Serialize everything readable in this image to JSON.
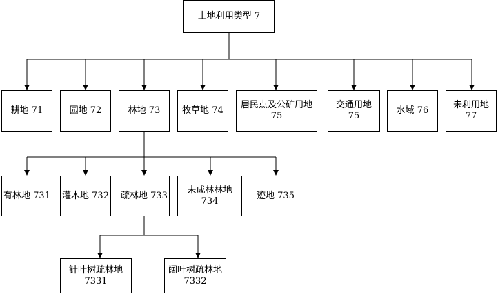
{
  "nodes": {
    "root": {
      "lines": [
        "土地利用类型 7"
      ]
    },
    "n71": {
      "lines": [
        "耕地 71"
      ]
    },
    "n72": {
      "lines": [
        "园地 72"
      ]
    },
    "n73": {
      "lines": [
        "林地 73"
      ]
    },
    "n74": {
      "lines": [
        "牧草地 74"
      ]
    },
    "n75a": {
      "lines": [
        "居民点及公矿用地",
        "75"
      ]
    },
    "n75b": {
      "lines": [
        "交通用地",
        "75"
      ]
    },
    "n76": {
      "lines": [
        "水域 76"
      ]
    },
    "n77": {
      "lines": [
        "未利用地",
        "77"
      ]
    },
    "n731": {
      "lines": [
        "有林地 731"
      ]
    },
    "n732": {
      "lines": [
        "灌木地 732"
      ]
    },
    "n733": {
      "lines": [
        "疏林地 733"
      ]
    },
    "n734": {
      "lines": [
        "未成林林地",
        "734"
      ]
    },
    "n735": {
      "lines": [
        "迹地 735"
      ]
    },
    "n7331": {
      "lines": [
        "针叶树疏林地",
        "7331"
      ]
    },
    "n7332": {
      "lines": [
        "阔叶树疏林地",
        "7332"
      ]
    }
  }
}
